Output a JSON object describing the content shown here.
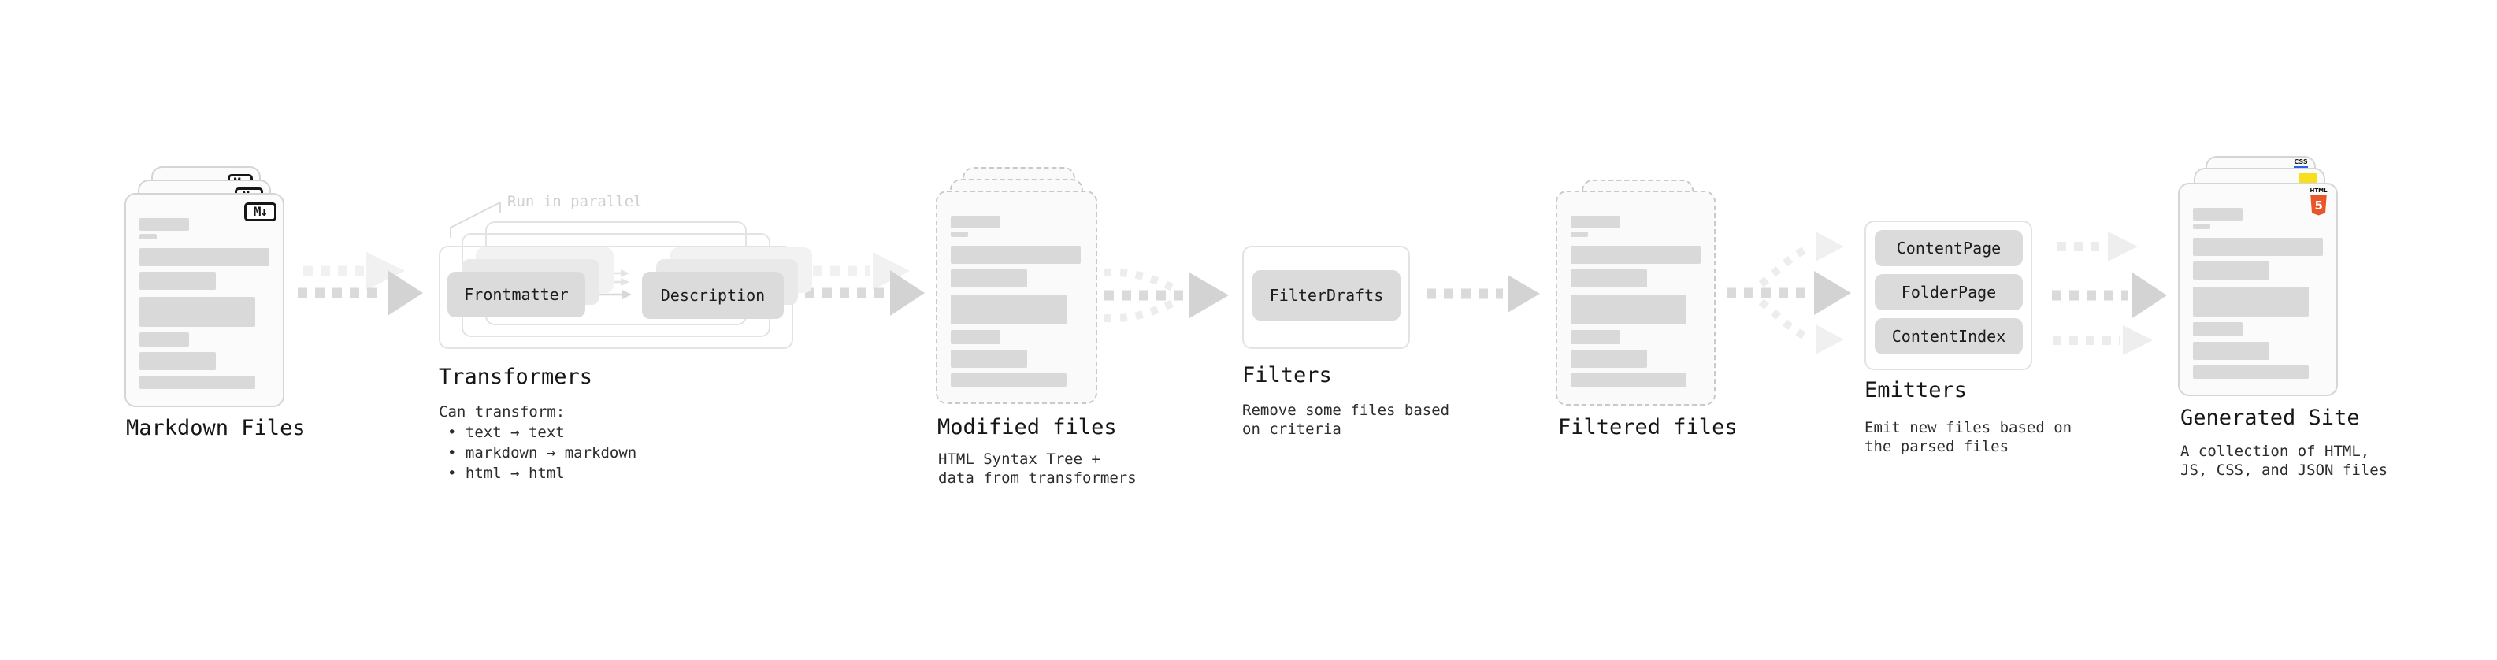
{
  "stages": {
    "markdown": {
      "label": "Markdown Files"
    },
    "transformers": {
      "label": "Transformers",
      "note": "Run in parallel",
      "input_box": "Frontmatter",
      "output_box": "Description",
      "desc_title": "Can transform:",
      "bullets": [
        "• text → text",
        "• markdown → markdown",
        "• html → html"
      ]
    },
    "modified": {
      "label": "Modified files",
      "desc": "HTML Syntax Tree +\ndata from transformers"
    },
    "filters": {
      "label": "Filters",
      "box": "FilterDrafts",
      "desc": "Remove some files based\non criteria"
    },
    "filtered": {
      "label": "Filtered files"
    },
    "emitters": {
      "label": "Emitters",
      "boxes": [
        "ContentPage",
        "FolderPage",
        "ContentIndex"
      ],
      "desc": "Emit new files based on\nthe parsed files"
    },
    "generated": {
      "label": "Generated Site",
      "desc": "A collection of HTML,\nJS, CSS, and JSON files"
    }
  },
  "icons": {
    "markdown_badge": "M↓",
    "html5": {
      "label": "HTML",
      "digit": "5"
    },
    "css": {
      "label": "CSS"
    }
  },
  "colors": {
    "html5_orange": "#e8562a",
    "js_yellow": "#f7df1e",
    "css_blue": "#2862e9",
    "arrow_gray": "#dadada",
    "arrow_ghost": "#f1f1f1",
    "bar_gray": "#d9d9d9"
  }
}
